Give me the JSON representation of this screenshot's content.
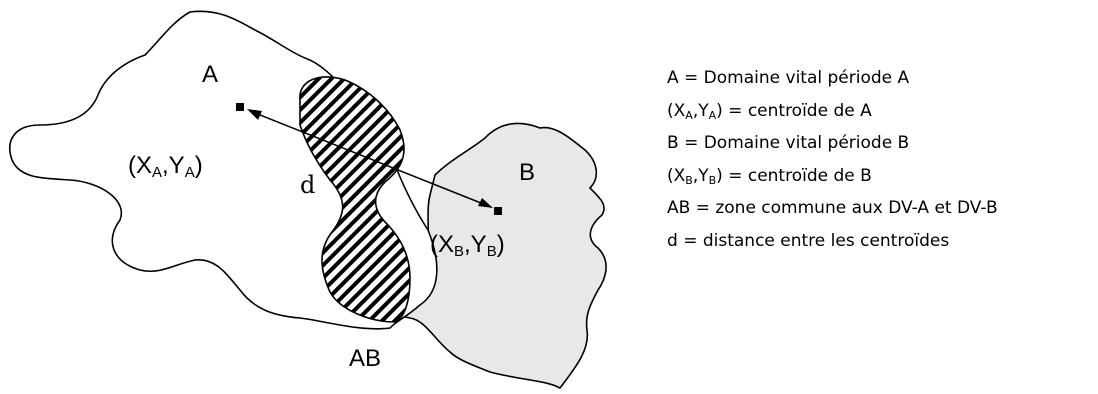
{
  "diagram": {
    "labels": {
      "a": "A",
      "b": "B",
      "ab": "AB",
      "d": "d",
      "centroid_a": {
        "open": "(X",
        "sub1": "A",
        "mid": ",Y",
        "sub2": "A",
        "close": ")"
      },
      "centroid_b": {
        "open": "(X",
        "sub1": "B",
        "mid": ",Y",
        "sub2": "B",
        "close": ")"
      }
    },
    "colors": {
      "region_b_fill": "#e8e8e8",
      "outline": "#000000",
      "hatch": "#000000"
    }
  },
  "legend": {
    "rows": [
      {
        "text": "A = Domaine vital période A"
      },
      {
        "open": "(X",
        "sub1": "A",
        "mid": ",Y",
        "sub2": "A",
        "rest": ") = centroïde de A"
      },
      {
        "text": "B = Domaine vital période B"
      },
      {
        "open": "(X",
        "sub1": "B",
        "mid": ",Y",
        "sub2": "B",
        "rest": ") = centroïde de B"
      },
      {
        "text": "AB = zone commune aux DV-A et DV-B"
      },
      {
        "text": "d = distance entre les centroïdes"
      }
    ]
  }
}
